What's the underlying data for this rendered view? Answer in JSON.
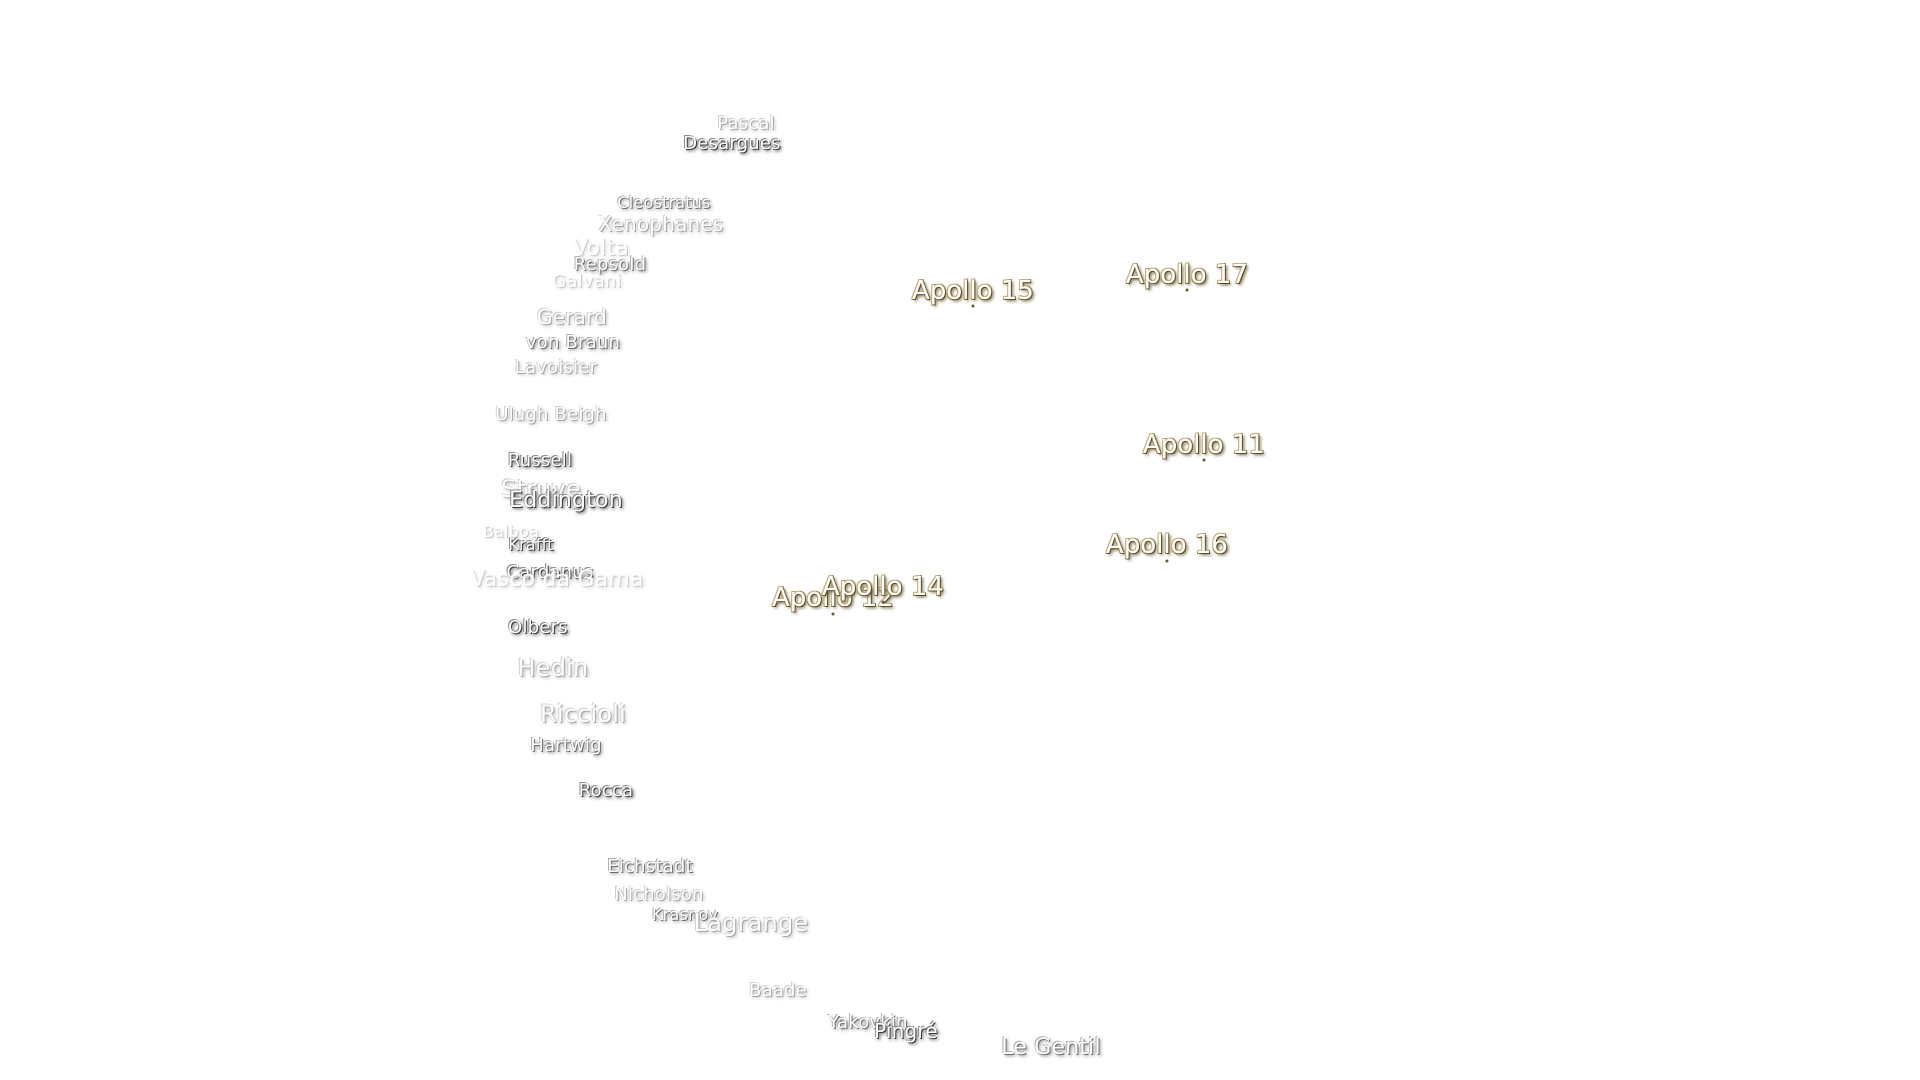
{
  "map": {
    "features": [
      {
        "name": "Pascal"
      },
      {
        "name": "Desargues"
      },
      {
        "name": "Cleostratus"
      },
      {
        "name": "Xenophanes"
      },
      {
        "name": "Volta"
      },
      {
        "name": "Repsold"
      },
      {
        "name": "Galvani"
      },
      {
        "name": "Gerard"
      },
      {
        "name": "von Braun"
      },
      {
        "name": "Lavoisier"
      },
      {
        "name": "Ulugh Beigh"
      },
      {
        "name": "Russell"
      },
      {
        "name": "Struve"
      },
      {
        "name": "Eddington"
      },
      {
        "name": "Balboa"
      },
      {
        "name": "Krafft"
      },
      {
        "name": "Cardanus"
      },
      {
        "name": "Vasco da Gama"
      },
      {
        "name": "Olbers"
      },
      {
        "name": "Hedin"
      },
      {
        "name": "Riccioli"
      },
      {
        "name": "Hartwig"
      },
      {
        "name": "Rocca"
      },
      {
        "name": "Eichstadt"
      },
      {
        "name": "Nicholson"
      },
      {
        "name": "Krasnov"
      },
      {
        "name": "Lagrange"
      },
      {
        "name": "Baade"
      },
      {
        "name": "Yakovkin"
      },
      {
        "name": "Pingré"
      },
      {
        "name": "Le Gentil"
      }
    ],
    "apollo_sites": [
      {
        "name": "Apollo 15"
      },
      {
        "name": "Apollo 17"
      },
      {
        "name": "Apollo 11"
      },
      {
        "name": "Apollo 16"
      },
      {
        "name": "Apollo 14"
      },
      {
        "name": "Apollo 12"
      }
    ]
  }
}
